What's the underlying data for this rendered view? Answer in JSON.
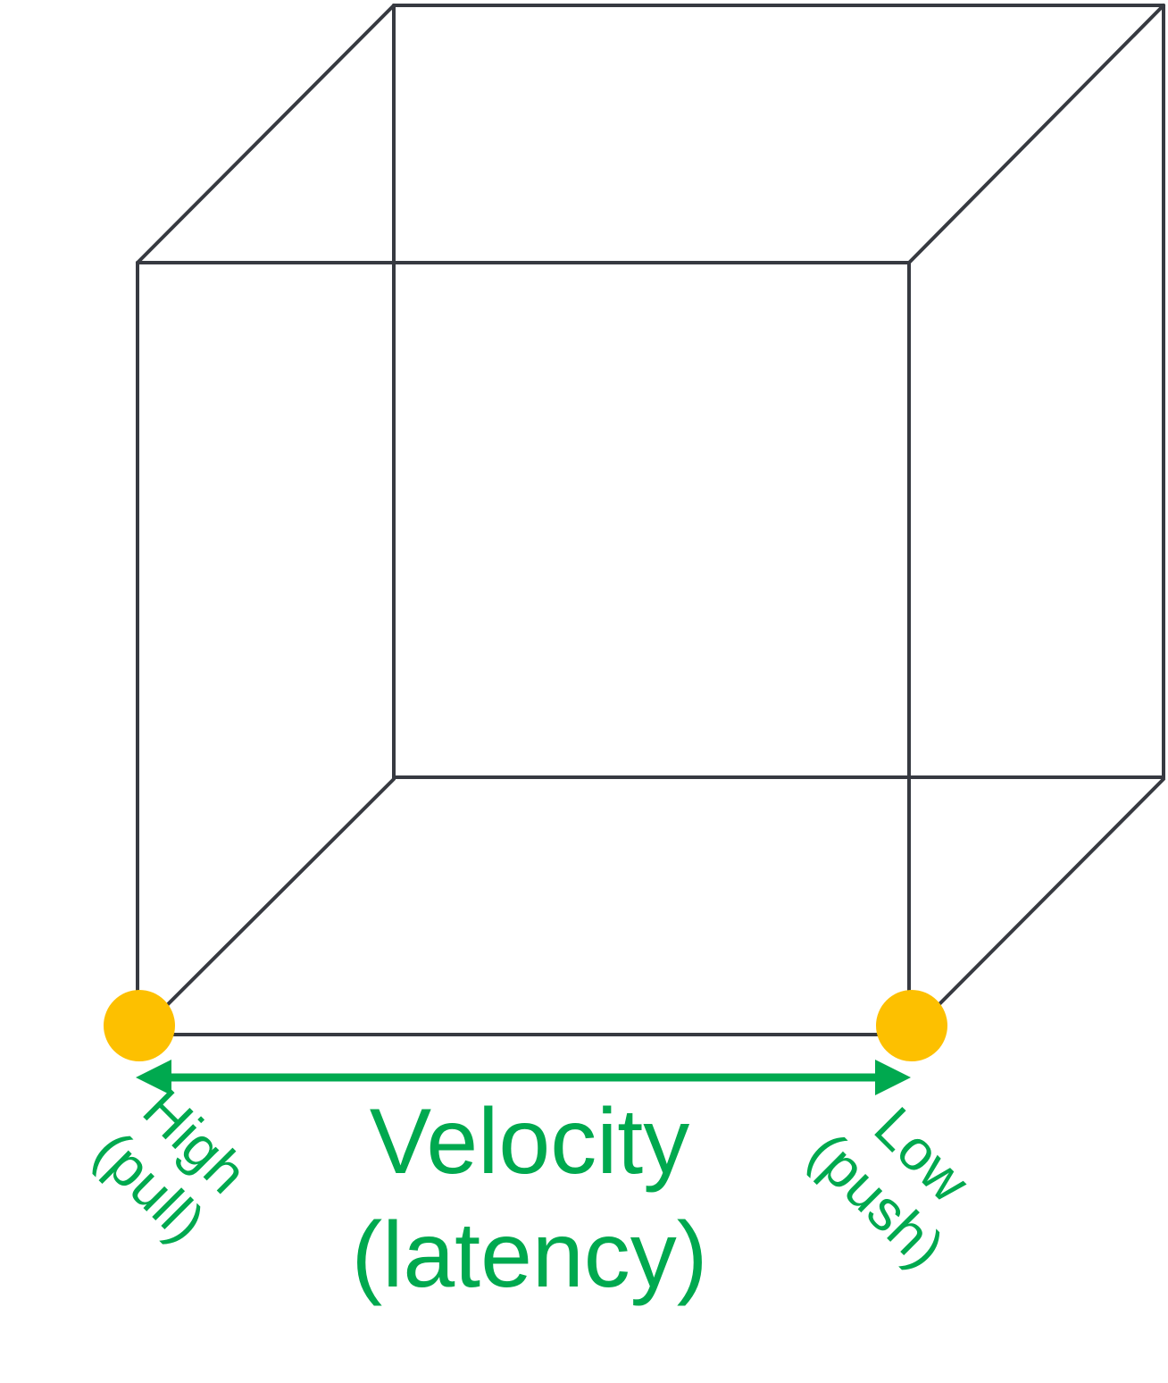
{
  "colors": {
    "edge": "#373a41",
    "accent_green": "#00a94f",
    "endpoint_yellow": "#fdc000"
  },
  "axis": {
    "title_line1": "Velocity",
    "title_line2": "(latency)",
    "left_end_line1": "High",
    "left_end_line2": "(pull)",
    "right_end_line1": "Low",
    "right_end_line2": "(push)"
  }
}
